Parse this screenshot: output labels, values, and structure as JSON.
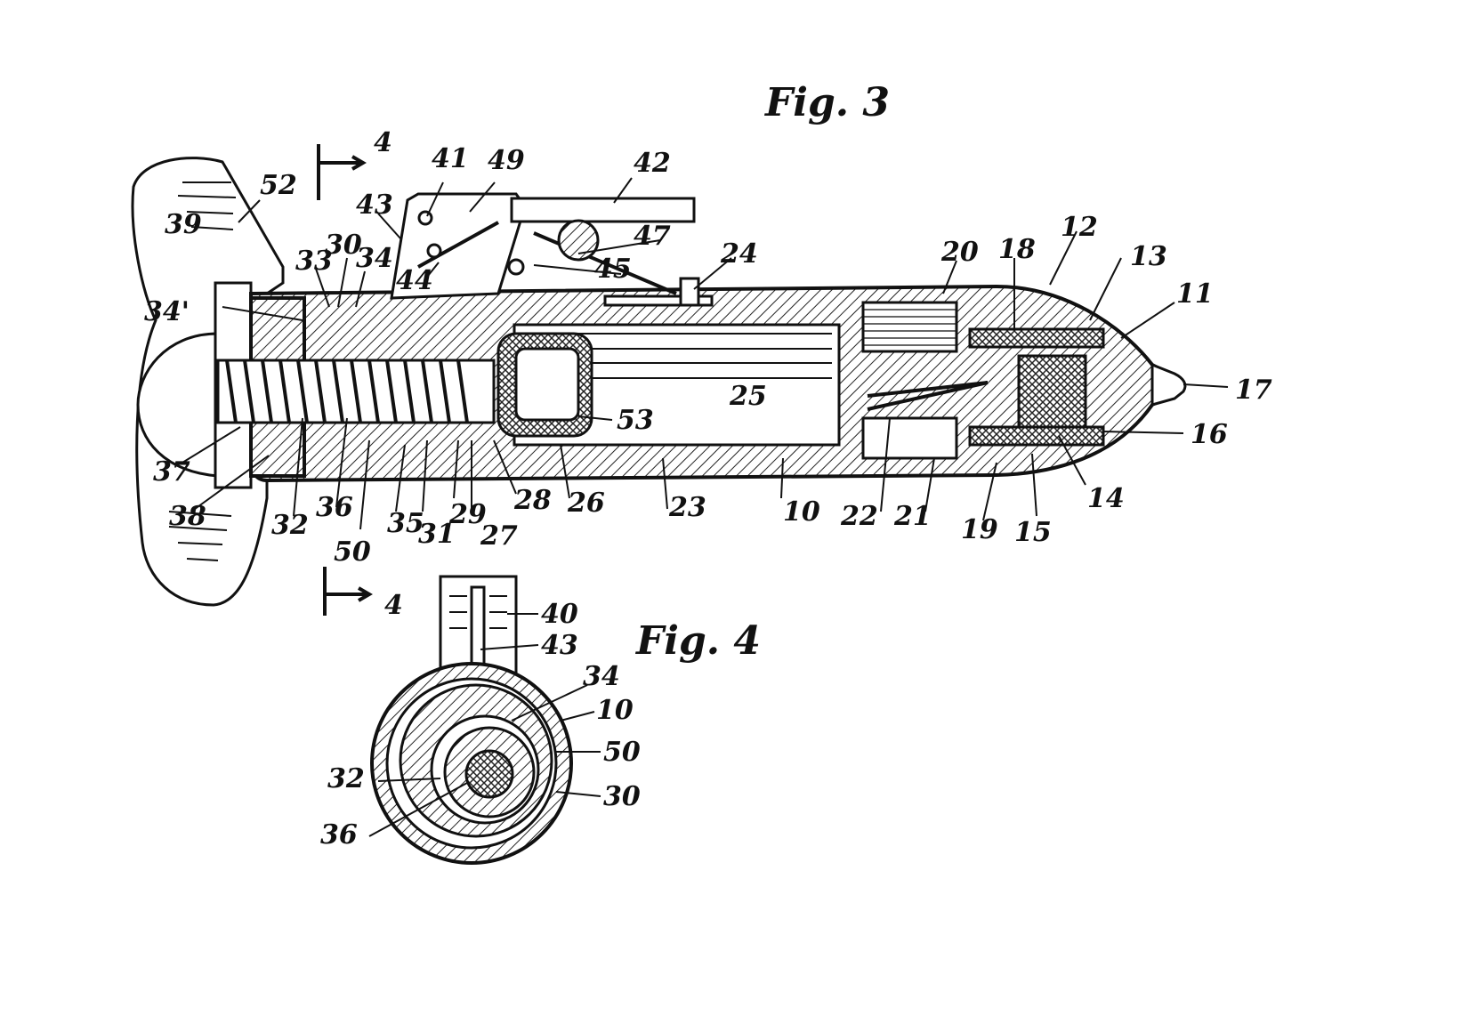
{
  "figures": {
    "fig3": "Fig. 3",
    "fig4": "Fig. 4"
  },
  "fig3_labels": {
    "l4a": "4",
    "l4b": "4",
    "l41": "41",
    "l49": "49",
    "l42": "42",
    "l43": "43",
    "l52": "52",
    "l39": "39",
    "l30": "30",
    "l33": "33",
    "l34": "34",
    "l34p": "34'",
    "l47": "47",
    "l44": "44",
    "l45": "45",
    "l24": "24",
    "l20": "20",
    "l18": "18",
    "l12": "12",
    "l13": "13",
    "l11": "11",
    "l17": "17",
    "l16": "16",
    "l53": "53",
    "l25": "25",
    "l37": "37",
    "l38": "38",
    "l32": "32",
    "l36": "36",
    "l50": "50",
    "l35": "35",
    "l31": "31",
    "l29": "29",
    "l27": "27",
    "l28": "28",
    "l26": "26",
    "l23": "23",
    "l10": "10",
    "l22": "22",
    "l21": "21",
    "l19": "19",
    "l15": "15",
    "l14": "14"
  },
  "fig4_labels": {
    "l40": "40",
    "l43": "43",
    "l34": "34",
    "l10": "10",
    "l50": "50",
    "l30": "30",
    "l32": "32",
    "l36": "36"
  }
}
